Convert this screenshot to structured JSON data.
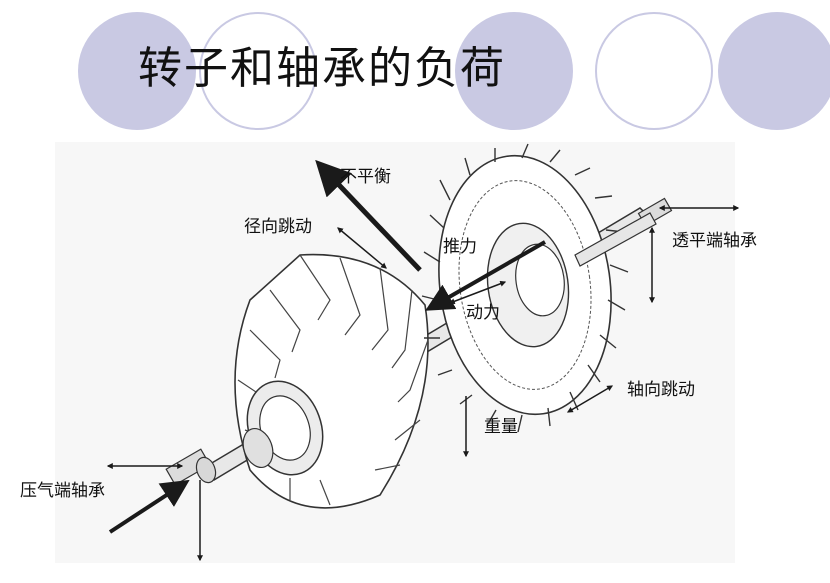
{
  "slide": {
    "title": "转子和轴承的负荷"
  },
  "diagram": {
    "labels": {
      "unbalance": "不平衡",
      "radial_runout": "径向跳动",
      "thrust": "推力",
      "dynamic": "动力",
      "turbine_bearing": "透平端轴承",
      "axial_runout": "轴向跳动",
      "weight": "重量",
      "compressor_bearing": "压气端轴承"
    }
  },
  "colors": {
    "decor_circle": "#c9c9e3",
    "arrow": "#1a1a1a",
    "figure_bg": "#f7f7f7"
  }
}
